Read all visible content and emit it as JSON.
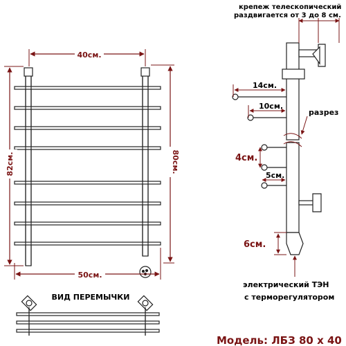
{
  "labels": {
    "width_top": "40см.",
    "width_bottom": "50см.",
    "height_left": "82см.",
    "height_right": "80см.",
    "bracket_note_line1": "крепеж телескопический",
    "bracket_note_line2": "раздвигается от 3 до 8 см.",
    "dist_14": "14см.",
    "dist_10": "10см.",
    "cut_label": "разрез",
    "dist_4": "4см.",
    "dist_5": "5см.",
    "dist_6": "6см.",
    "heater_line1": "электрический  ТЭН",
    "heater_line2": "с терморегулятором",
    "jumper_view": "ВИД ПЕРЕМЫЧКИ",
    "model": "Модель: ЛБЗ 80 х 40"
  },
  "colors": {
    "dimension": "#7a1414",
    "line": "#222222"
  }
}
